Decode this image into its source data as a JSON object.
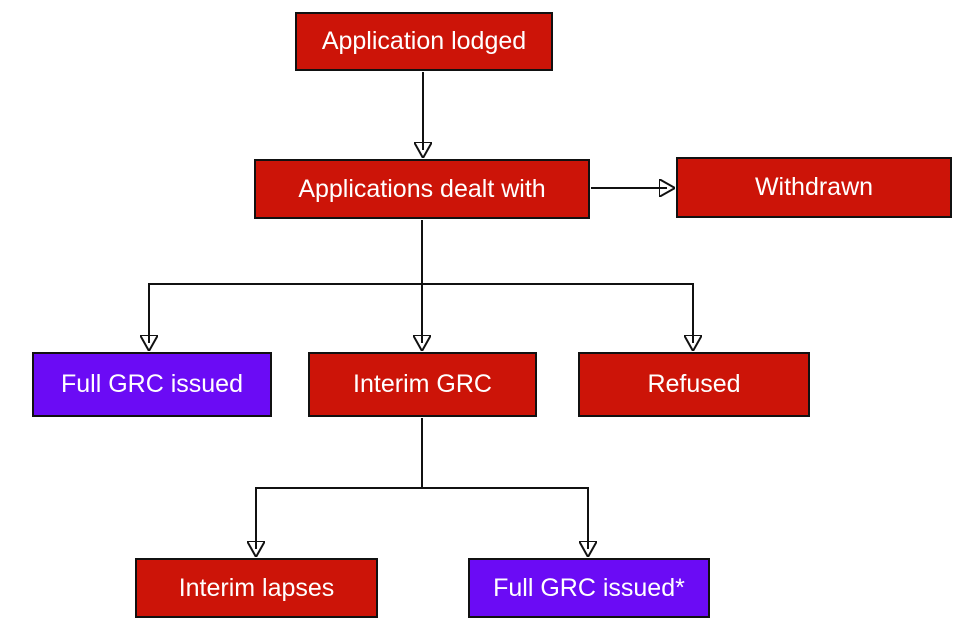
{
  "flowchart": {
    "colors": {
      "red": "#CC1408",
      "purple": "#6B0BF5",
      "line": "#111111",
      "text": "#FFFFFF",
      "background": "#FFFFFF"
    },
    "nodes": [
      {
        "id": "application-lodged",
        "label": "Application lodged",
        "color": "#CC1408"
      },
      {
        "id": "applications-dealt",
        "label": "Applications dealt with",
        "color": "#CC1408"
      },
      {
        "id": "withdrawn",
        "label": "Withdrawn",
        "color": "#CC1408"
      },
      {
        "id": "full-grc-issued",
        "label": "Full GRC issued",
        "color": "#6B0BF5"
      },
      {
        "id": "interim-grc",
        "label": "Interim GRC",
        "color": "#CC1408"
      },
      {
        "id": "refused",
        "label": "Refused",
        "color": "#CC1408"
      },
      {
        "id": "interim-lapses",
        "label": "Interim lapses",
        "color": "#CC1408"
      },
      {
        "id": "full-grc-issued-star",
        "label": "Full GRC issued*",
        "color": "#6B0BF5"
      }
    ],
    "edges": [
      {
        "from": "Application lodged",
        "to": "Applications dealt with"
      },
      {
        "from": "Applications dealt with",
        "to": "Withdrawn"
      },
      {
        "from": "Applications dealt with",
        "to": "Full GRC issued"
      },
      {
        "from": "Applications dealt with",
        "to": "Interim GRC"
      },
      {
        "from": "Applications dealt with",
        "to": "Refused"
      },
      {
        "from": "Interim GRC",
        "to": "Interim lapses"
      },
      {
        "from": "Interim GRC",
        "to": "Full GRC issued*"
      }
    ]
  }
}
